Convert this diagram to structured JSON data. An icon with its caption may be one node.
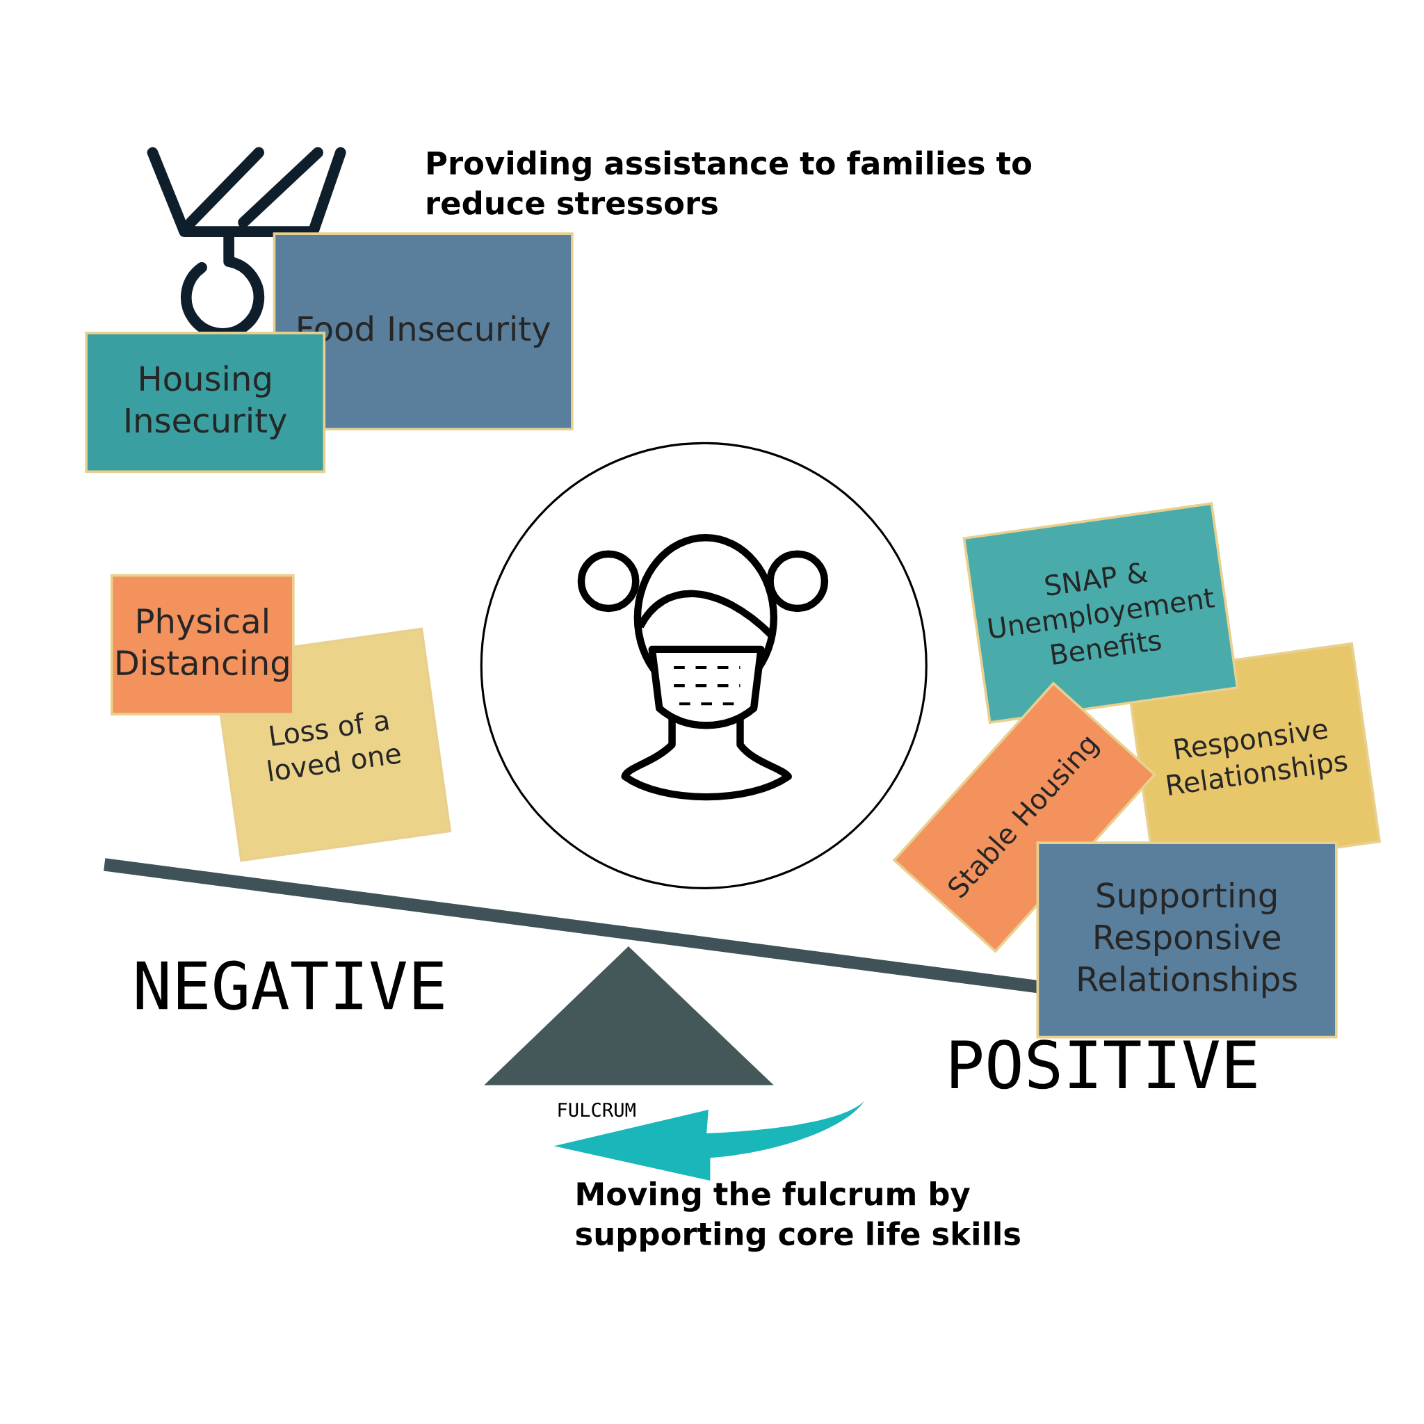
{
  "diagram": {
    "title": "Providing assistance to families to reduce stressors",
    "nodes": [
      {
        "text": [
          "Food Insecurity"
        ]
      },
      {
        "text": [
          "Housing Insecurity"
        ]
      },
      {
        "text": [
          "Physical Distancing"
        ]
      },
      {
        "text": [
          "Loss of a loved one"
        ]
      },
      {
        "text": [
          "SNAP & Unemployement Benefits"
        ]
      },
      {
        "text": [
          "Responsive Relationships"
        ]
      },
      {
        "text": [
          "Stable Housing"
        ]
      },
      {
        "text": [
          "Supporting Responsive Relationships"
        ]
      }
    ],
    "edges": [],
    "labels": [
      "NEGATIVE",
      "POSITIVE",
      "FULCRUM",
      "Moving the fulcrum by supporting core life skills"
    ]
  }
}
